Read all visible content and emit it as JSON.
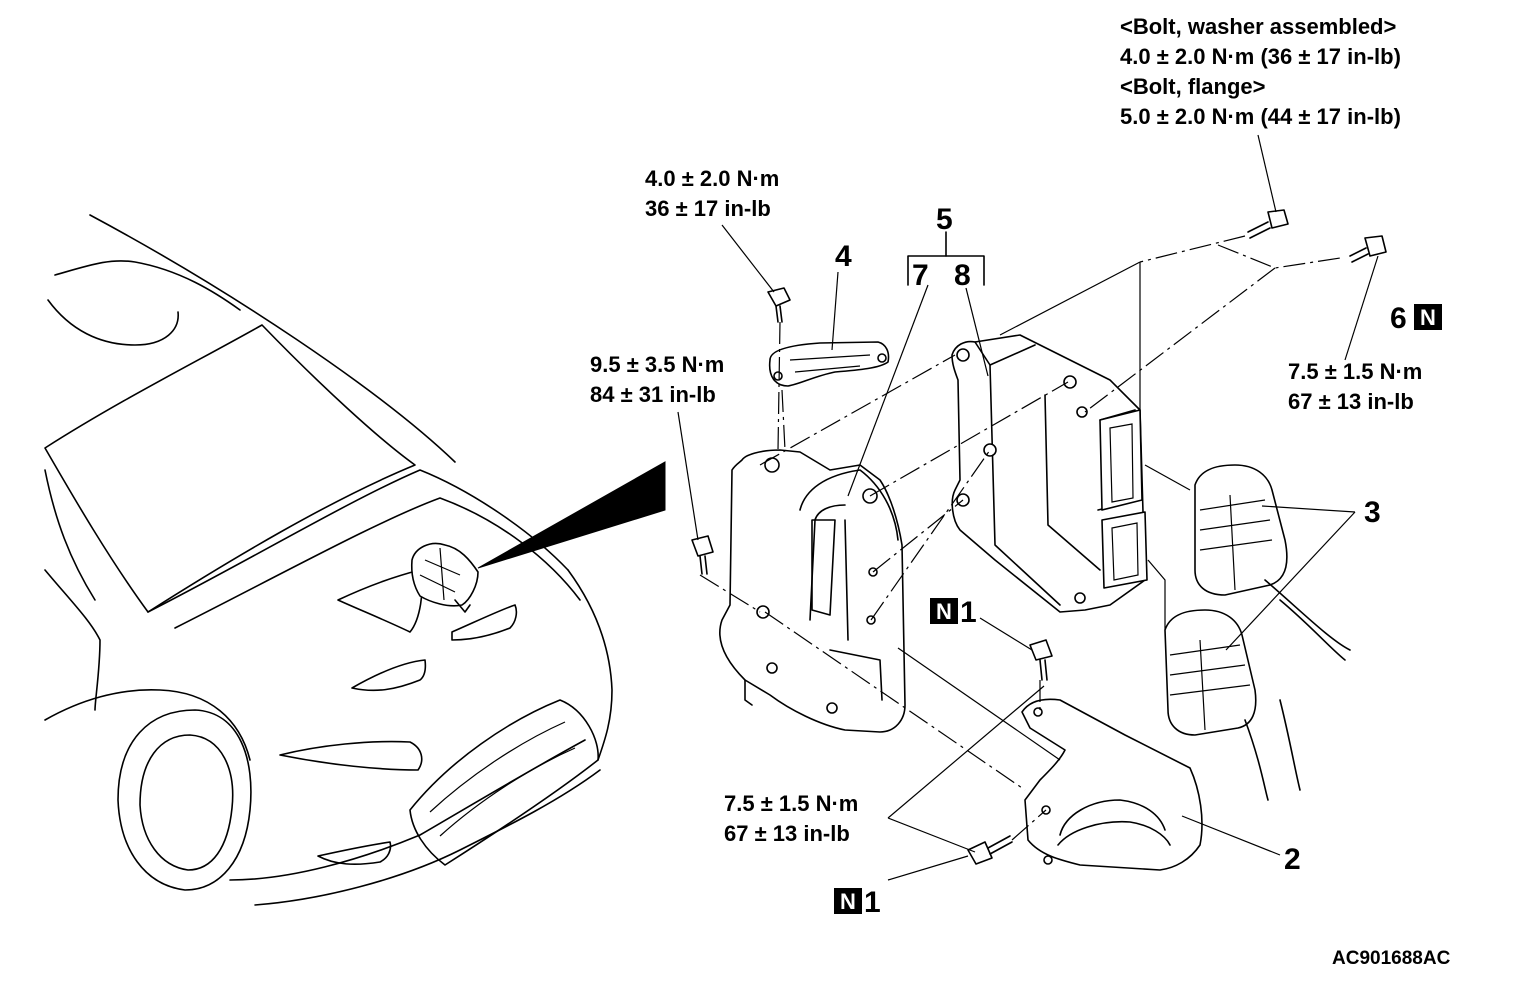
{
  "labels": {
    "bolt_washer_heading": "<Bolt, washer assembled>",
    "bolt_washer_torque": "4.0 ± 2.0 N·m (36 ± 17 in-lb)",
    "bolt_flange_heading": "<Bolt, flange>",
    "bolt_flange_torque": "5.0 ± 2.0 N·m (44 ± 17 in-lb)",
    "torque_top_nm": "4.0 ± 2.0 N·m",
    "torque_top_inlb": "36 ± 17 in-lb",
    "torque_left_nm": "9.5 ± 3.5 N·m",
    "torque_left_inlb": "84 ± 31 in-lb",
    "torque_right_nm": "7.5 ± 1.5 N·m",
    "torque_right_inlb": "67 ± 13 in-lb",
    "torque_bottom_nm": "7.5 ± 1.5 N·m",
    "torque_bottom_inlb": "67 ± 13 in-lb",
    "callout_1_upper": "1",
    "callout_1_lower": "1",
    "callout_2": "2",
    "callout_3": "3",
    "callout_4": "4",
    "callout_5": "5",
    "callout_6": "6",
    "callout_7": "7",
    "callout_8": "8",
    "n_mark_6": "N",
    "n_mark_1_upper": "N",
    "n_mark_1_lower": "N",
    "figure_code": "AC901688AC"
  }
}
